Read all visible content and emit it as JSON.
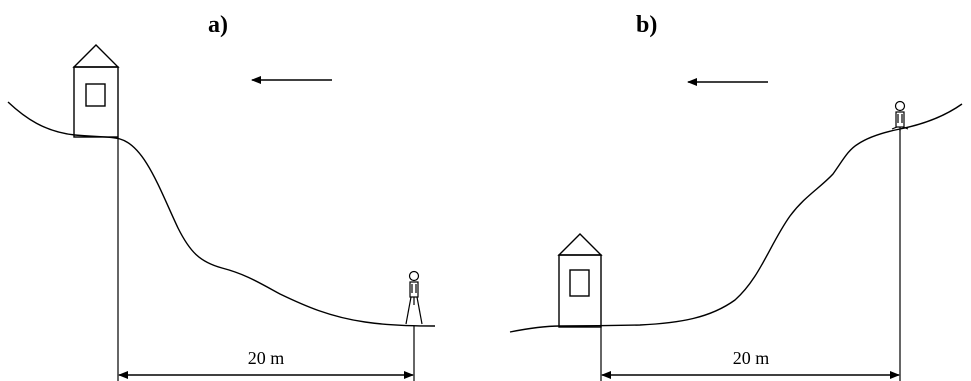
{
  "panels": [
    {
      "label": "a)",
      "distance_label": "20 m",
      "arrow_direction": "left"
    },
    {
      "label": "b)",
      "distance_label": "20 m",
      "arrow_direction": "left"
    }
  ],
  "icons": [
    "house-icon",
    "person-icon",
    "arrow-left-icon",
    "dimension-arrow-icon"
  ],
  "colors": {
    "ink": "#000000",
    "background": "#ffffff"
  }
}
